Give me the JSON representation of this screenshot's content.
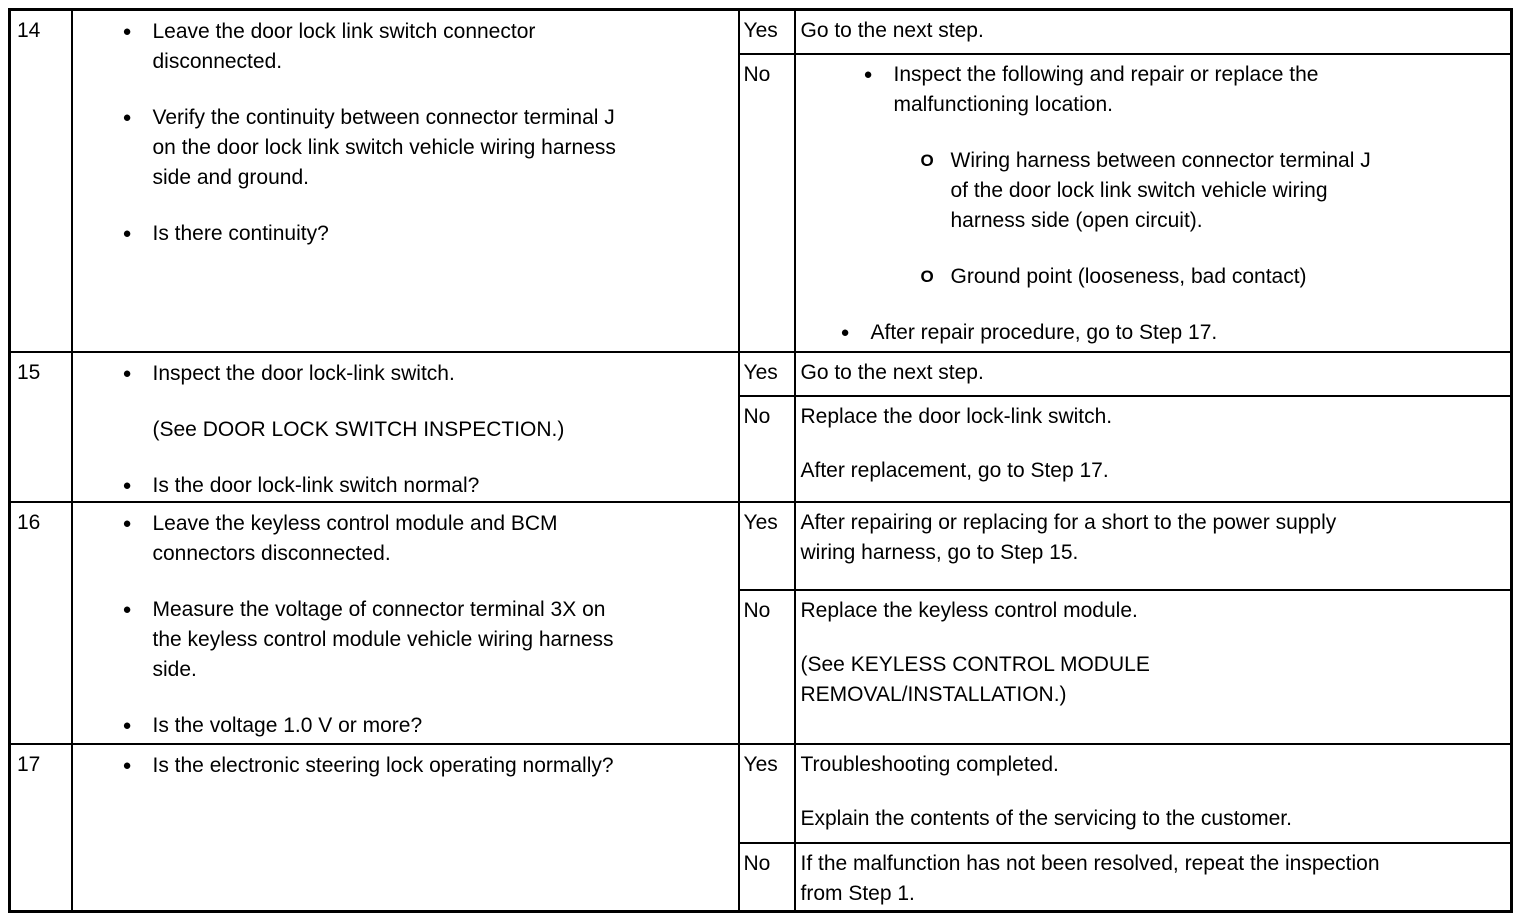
{
  "labels": {
    "yes": "Yes",
    "no": "No"
  },
  "icons": {
    "bullet": "●",
    "circle": "O"
  },
  "steps": [
    {
      "number": "14",
      "inspection": [
        "Leave the door lock link switch connector\ndisconnected.",
        "Verify the continuity between connector terminal J\non the door lock link switch vehicle wiring harness\nside and ground.",
        "Is there continuity?"
      ],
      "yes_action": "Go to the next step.",
      "no_action": {
        "item1": "Inspect the following and repair or replace the\nmalfunctioning location.",
        "sub1": "Wiring harness between connector terminal J\nof the door lock link switch vehicle wiring\nharness side (open circuit).",
        "sub2": "Ground point (looseness, bad contact)",
        "item2": "After repair procedure, go to Step 17."
      }
    },
    {
      "number": "15",
      "inspection": [
        "Inspect the door lock-link switch.",
        "(See DOOR LOCK SWITCH INSPECTION.)",
        "Is the door lock-link switch normal?"
      ],
      "yes_action": "Go to the next step.",
      "no_action": [
        "Replace the door lock-link switch.",
        "After replacement, go to Step 17."
      ]
    },
    {
      "number": "16",
      "inspection": [
        "Leave the keyless control module and BCM\nconnectors disconnected.",
        "Measure the voltage of connector terminal 3X on\nthe keyless control module vehicle wiring harness\nside.",
        "Is the voltage 1.0 V or more?"
      ],
      "yes_action": "After repairing or replacing for a short to the power supply\nwiring harness, go to Step 15.",
      "no_action": [
        "Replace the keyless control module.",
        "(See KEYLESS CONTROL MODULE\nREMOVAL/INSTALLATION.)"
      ]
    },
    {
      "number": "17",
      "inspection": [
        "Is the electronic steering lock operating normally?"
      ],
      "yes_action": [
        "Troubleshooting completed.",
        "Explain the contents of the servicing to the customer."
      ],
      "no_action": [
        "If the malfunction has not been resolved, repeat the inspection\nfrom Step 1."
      ]
    }
  ]
}
